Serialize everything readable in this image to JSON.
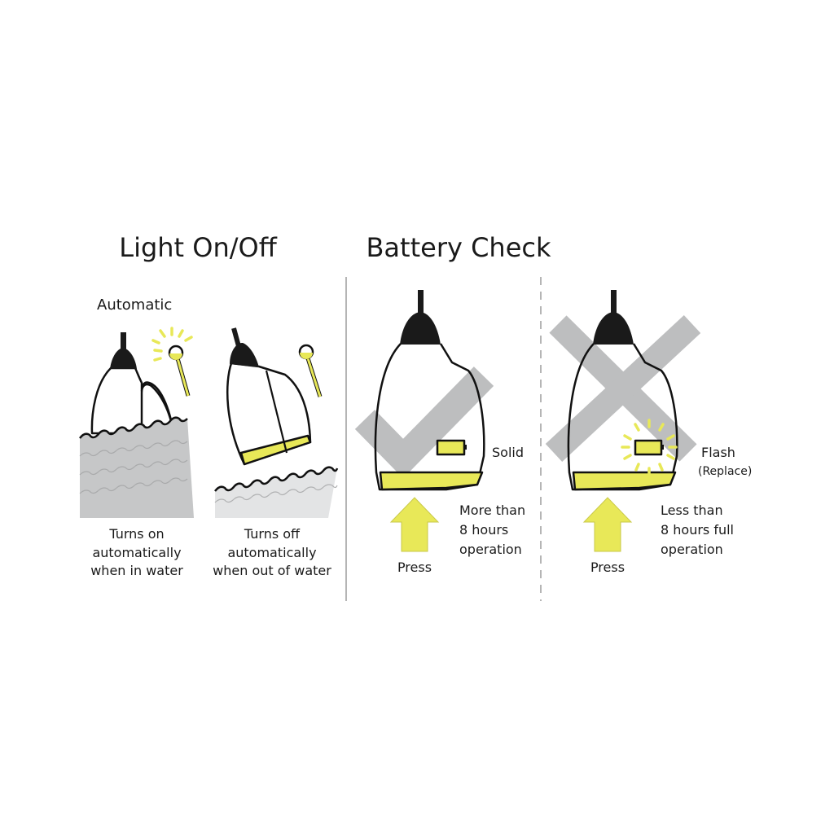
{
  "sections": {
    "light": {
      "title": "Light On/Off",
      "subtitle": "Automatic",
      "in_water": [
        "Turns on",
        "automatically",
        "when in water"
      ],
      "out_of_water": [
        "Turns off",
        "automatically",
        "when out of water"
      ]
    },
    "battery": {
      "title": "Battery Check",
      "good": {
        "indicator": "Solid",
        "press": "Press",
        "desc": [
          "More than",
          "8 hours",
          "operation"
        ]
      },
      "low": {
        "indicator": "Flash",
        "indicator_note": "(Replace)",
        "press": "Press",
        "desc": [
          "Less than",
          "8 hours full",
          "operation"
        ]
      }
    }
  },
  "colors": {
    "yellow": "#e8e858",
    "water": "#c6c7c8",
    "water_light": "#e3e4e5",
    "mark": "#bdbebf"
  }
}
